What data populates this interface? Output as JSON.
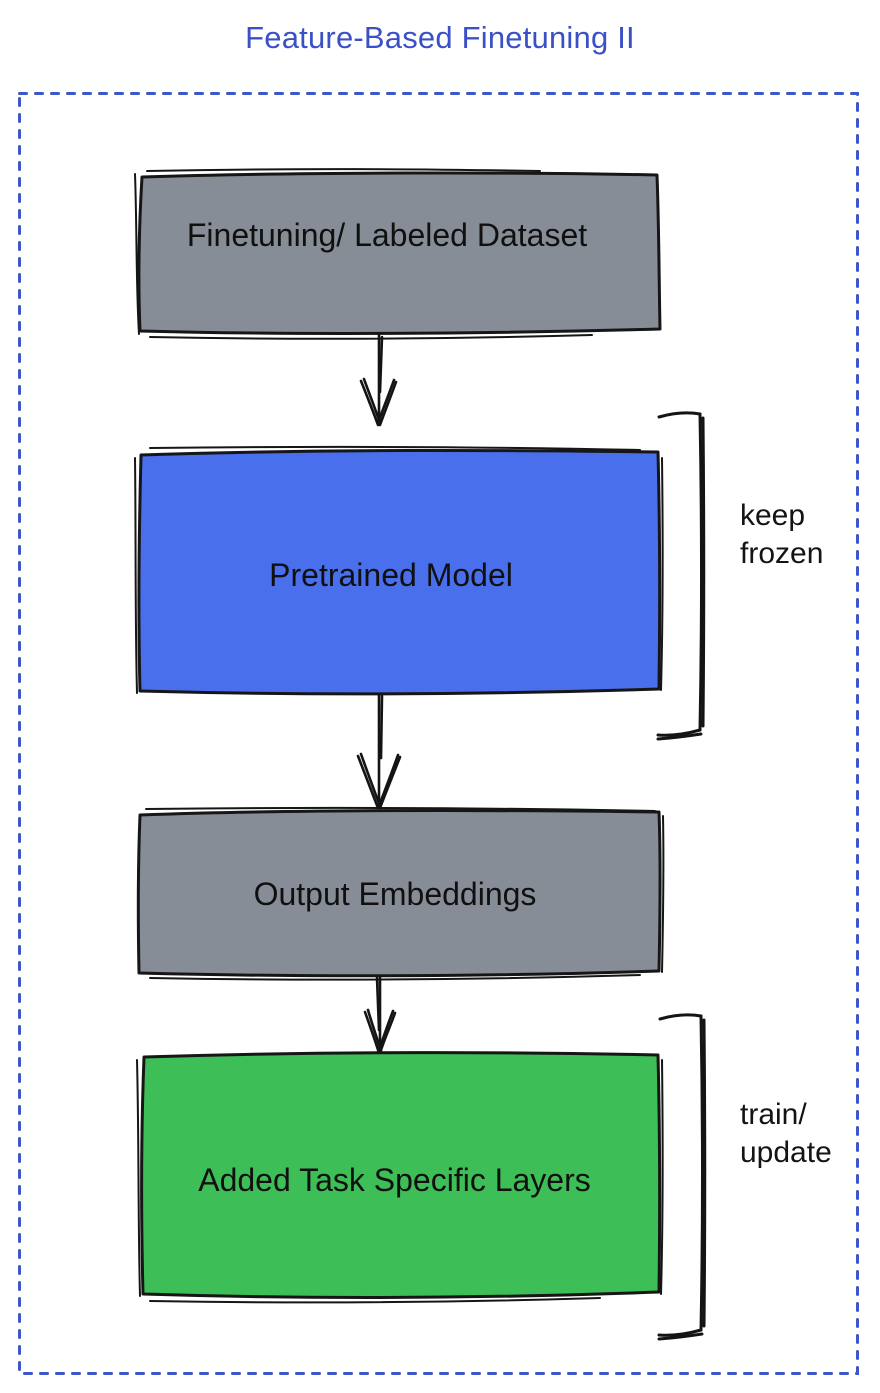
{
  "title": "Feature-Based Finetuning II",
  "colors": {
    "title_text": "#3A50C7",
    "frame_dashes": "#3D55CD",
    "ink": "#141414"
  },
  "flow": {
    "boxes": [
      {
        "name": "finetuning-dataset",
        "label": "Finetuning/ Labeled Dataset",
        "fill": "#878D96"
      },
      {
        "name": "pretrained-model",
        "label": "Pretrained Model",
        "fill": "#4A6FEC"
      },
      {
        "name": "output-embeddings",
        "label": "Output Embeddings",
        "fill": "#878D96"
      },
      {
        "name": "task-specific-layers",
        "label": "Added Task Specific Layers",
        "fill": "#3EBE57"
      }
    ],
    "arrows": [
      {
        "from": "finetuning-dataset",
        "to": "pretrained-model"
      },
      {
        "from": "pretrained-model",
        "to": "output-embeddings"
      },
      {
        "from": "output-embeddings",
        "to": "task-specific-layers"
      }
    ],
    "annotations": [
      {
        "target": "pretrained-model",
        "label": "keep frozen"
      },
      {
        "target": "task-specific-layers",
        "label": "train/ update"
      }
    ]
  }
}
